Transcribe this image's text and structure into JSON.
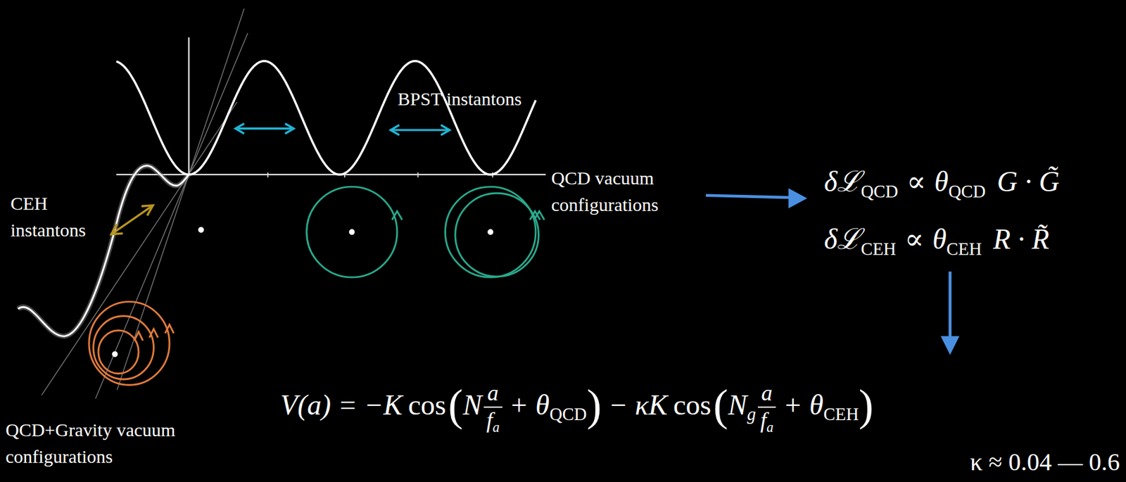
{
  "diagram": {
    "labels": [
      "BPST instantons",
      "QCD vacuum configurations",
      "CEH instantons",
      "QCD+Gravity vacuum configurations",
      "δℒ",
      "QCD",
      "∝",
      "θ",
      "QCD",
      "G · G̃",
      "δℒ",
      "CEH",
      "∝",
      "θ",
      "CEH",
      "R · R̃",
      "V(a) = −K",
      "cos",
      "(",
      "N",
      "a",
      "f",
      "a",
      "+ θ",
      "QCD",
      ")",
      "− κK",
      "cos",
      "(",
      "N",
      "g",
      "a",
      "f",
      "a",
      "+ θ",
      "CEH",
      ")",
      "κ ≈ 0.04 — 0.6"
    ]
  }
}
